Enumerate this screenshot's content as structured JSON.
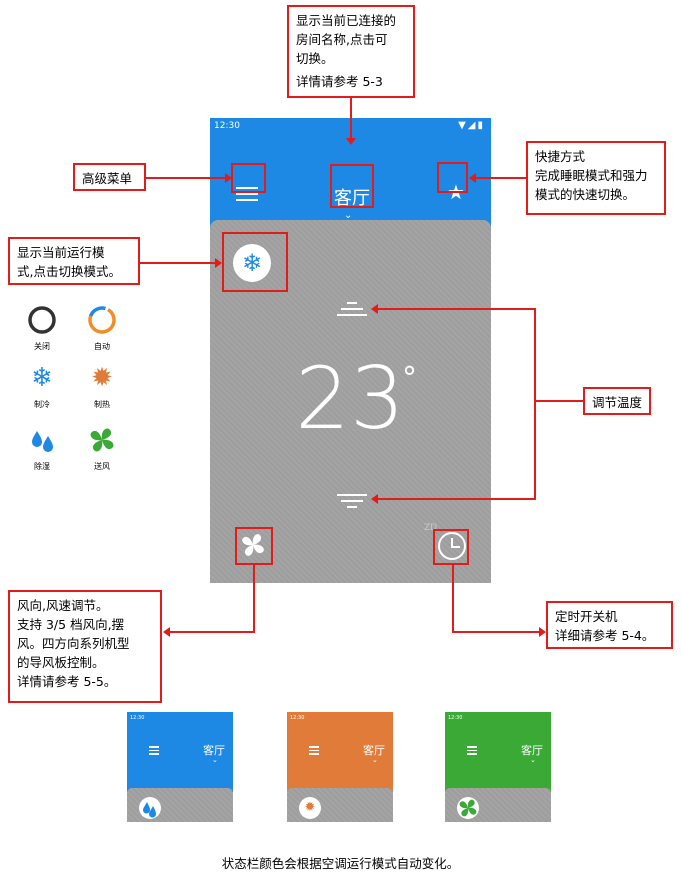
{
  "phone": {
    "time": "12:30",
    "status_icons": "▼◢▮",
    "room_name": "客厅",
    "chevron": "⌄",
    "temperature": "23",
    "degree": "°",
    "mode_icon": "snowflake-icon",
    "accent_color": "#1e88e5"
  },
  "annotations": {
    "room": [
      "显示当前已连接的",
      "房间名称,点击可",
      "切换。",
      "详情请参考 5-3"
    ],
    "menu": "高级菜单",
    "shortcut": [
      "快捷方式",
      "完成睡眠模式和强力",
      "模式的快速切换。"
    ],
    "mode": [
      "显示当前运行模",
      "式,点击切换模式。"
    ],
    "temp": "调节温度",
    "fan": [
      "风向,风速调节。",
      "支持 3/5 档风向,摆",
      "风。四方向系列机型",
      "的导风板控制。",
      "详情请参考 5-5。"
    ],
    "timer": [
      "定时开关机",
      "详细请参考 5-4。"
    ]
  },
  "legend": [
    {
      "label": "关闭",
      "icon": "off-ring-icon"
    },
    {
      "label": "自动",
      "icon": "auto-ring-icon"
    },
    {
      "label": "制冷",
      "icon": "snowflake-icon"
    },
    {
      "label": "制热",
      "icon": "sun-icon"
    },
    {
      "label": "除湿",
      "icon": "drops-icon"
    },
    {
      "label": "送风",
      "icon": "fan-icon"
    }
  ],
  "minis": [
    {
      "time": "12:30",
      "room": "客厅",
      "color": "#1e88e5",
      "icon": "drops-icon"
    },
    {
      "time": "12:30",
      "room": "客厅",
      "color": "#e07b39",
      "icon": "sun-icon"
    },
    {
      "time": "12:30",
      "room": "客厅",
      "color": "#3aa935",
      "icon": "fan-icon"
    }
  ],
  "watermark": "ZD",
  "caption": "状态栏颜色会根据空调运行模式自动变化。"
}
